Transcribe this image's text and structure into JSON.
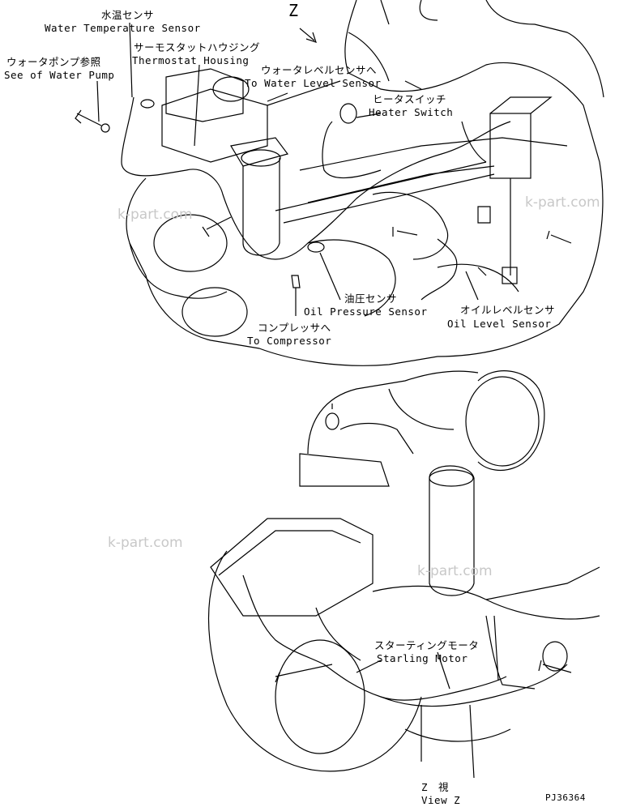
{
  "view_marker": "Z",
  "callouts": {
    "water_temp_jp": "水温センサ",
    "water_temp_en": "Water Temperature Sensor",
    "thermostat_jp": "サーモスタットハウジング",
    "thermostat_en": "Thermostat Housing",
    "water_pump_jp": "ウォータポンプ参照",
    "water_pump_en": "See of Water Pump",
    "water_level_jp": "ウォータレベルセンサへ",
    "water_level_en": "To Water Level Sensor",
    "heater_jp": "ヒータスイッチ",
    "heater_en": "Heater Switch",
    "oil_pressure_jp": "油圧センサ",
    "oil_pressure_en": "Oil Pressure Sensor",
    "oil_level_jp": "オイルレベルセンサ",
    "oil_level_en": "Oil Level Sensor",
    "compressor_jp": "コンプレッサへ",
    "compressor_en": "To Compressor",
    "starting_jp": "スターティングモータ",
    "starting_en": "Starling Motor",
    "view_jp": "Z　視",
    "view_en": "View Z"
  },
  "drawing_code": "PJ36364",
  "watermark": "k-part.com"
}
